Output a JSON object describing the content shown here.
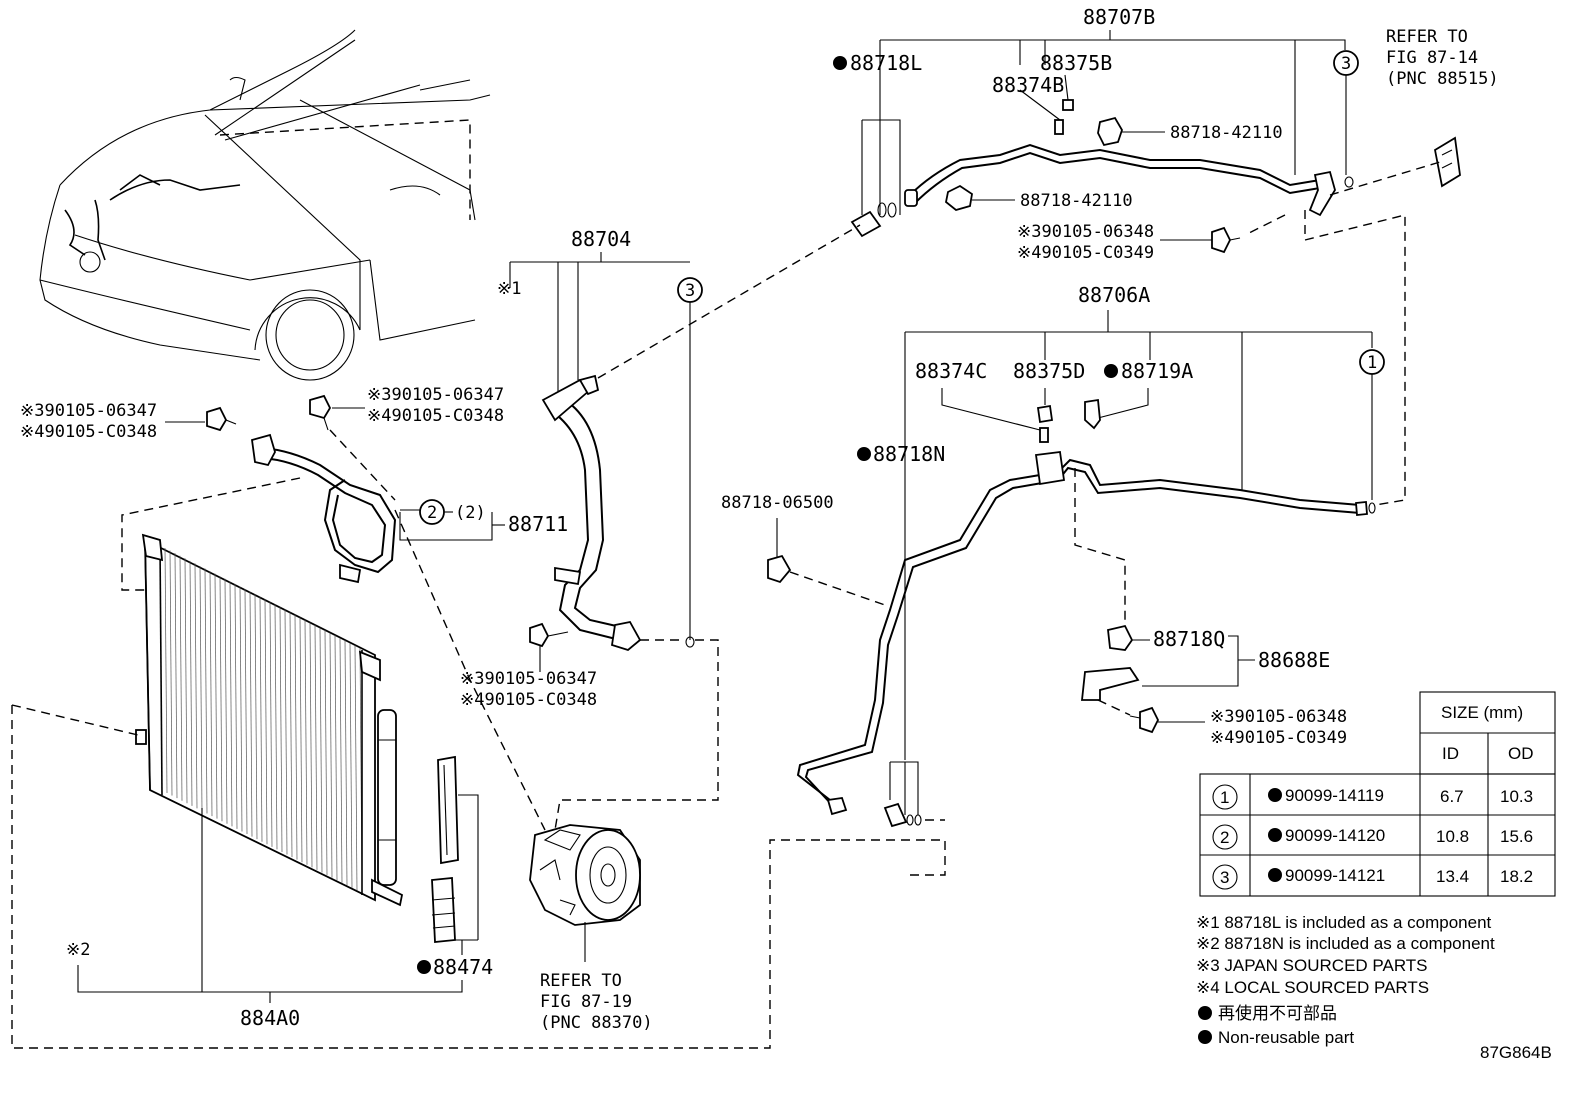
{
  "labels": {
    "p88707B": "88707B",
    "p88718L": "88718L",
    "p88375B": "88375B",
    "p88374B": "88374B",
    "p88718_42110_a": "88718-42110",
    "p88718_42110_b": "88718-42110",
    "refer_87_14": [
      "REFER TO",
      "FIG 87-14",
      "(PNC 88515)"
    ],
    "bolt_top_right": [
      "※390105-06348",
      "※490105-C0349"
    ],
    "p88704": "88704",
    "mark1": "※1",
    "p88706A": "88706A",
    "p88374C": "88374C",
    "p88375D": "88375D",
    "p88719A": "88719A",
    "p88718N": "88718N",
    "p88718_06500": "88718-06500",
    "bolt_left_a": [
      "※390105-06347",
      "※490105-C0348"
    ],
    "bolt_left_b": [
      "※390105-06347",
      "※490105-C0348"
    ],
    "p88711": "88711",
    "ring_sub": "(2)",
    "bolt_mid": [
      "※390105-06347",
      "※490105-C0348"
    ],
    "p88718Q": "88718Q",
    "p88688E": "88688E",
    "bolt_bracket": [
      "※390105-06348",
      "※490105-C0349"
    ],
    "mark2": "※2",
    "p88474": "88474",
    "p884A0": "884A0",
    "refer_87_19": [
      "REFER TO",
      "FIG 87-19",
      "(PNC 88370)"
    ],
    "ring1": "1",
    "ring2": "2",
    "ring3": "3",
    "diagram_code": "87G864B"
  },
  "size_table": {
    "header": "SIZE (mm)",
    "col_id": "ID",
    "col_od": "OD",
    "rows": [
      {
        "ring": "1",
        "part": "90099-14119",
        "id": "6.7",
        "od": "10.3"
      },
      {
        "ring": "2",
        "part": "90099-14120",
        "id": "10.8",
        "od": "15.6"
      },
      {
        "ring": "3",
        "part": "90099-14121",
        "id": "13.4",
        "od": "18.2"
      }
    ]
  },
  "notes": [
    "※1 88718L is included as a component",
    "※2 88718N is included as a component",
    "※3 JAPAN SOURCED PARTS",
    "※4 LOCAL SOURCED PARTS",
    "再使用不可部品",
    "Non-reusable part"
  ]
}
